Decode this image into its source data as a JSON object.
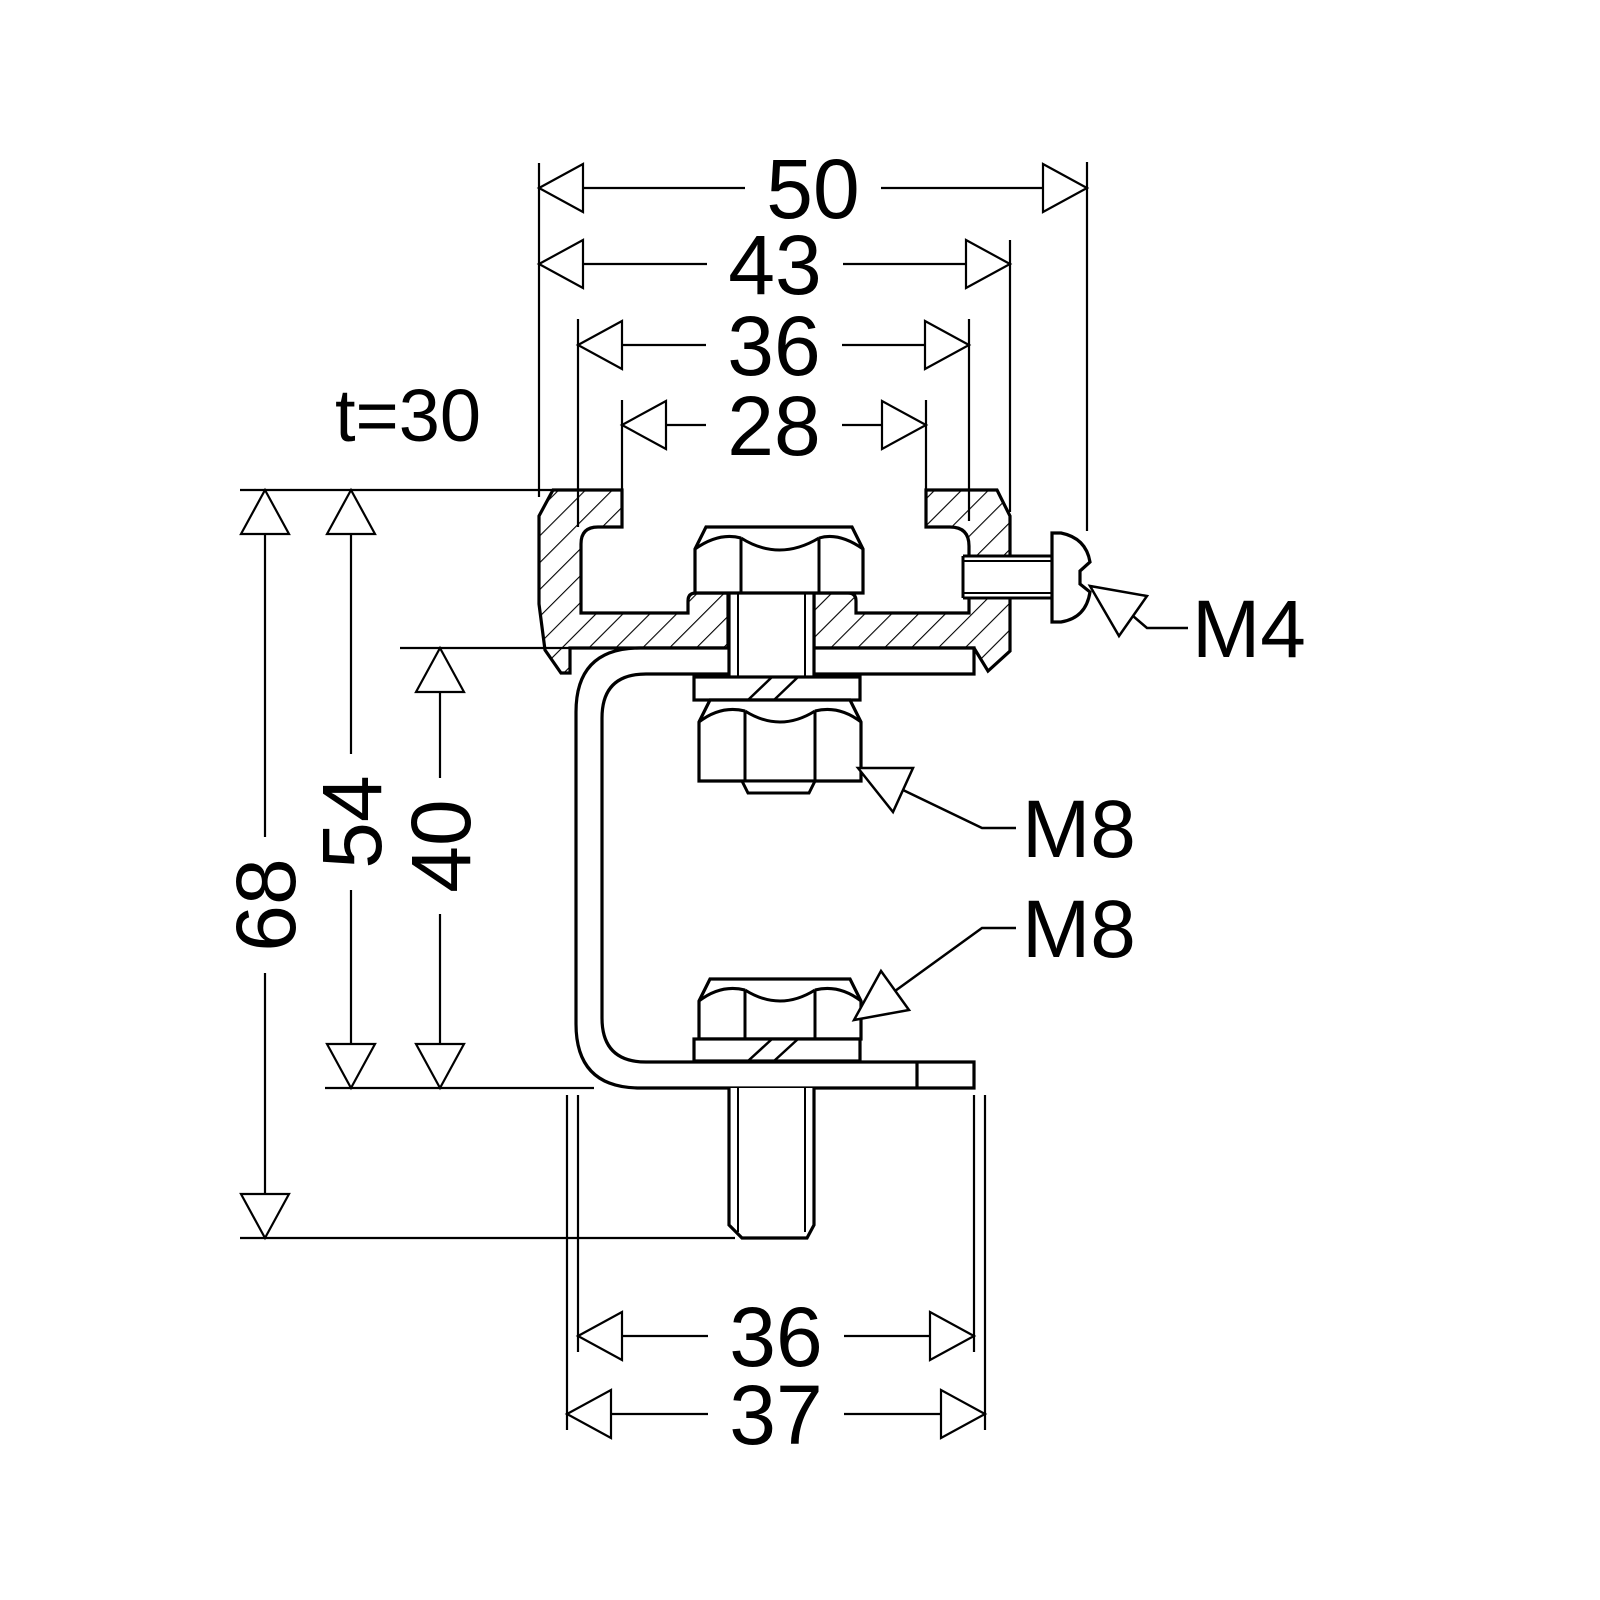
{
  "drawing": {
    "type": "technical-section-drawing",
    "description": "Cross-section of a mounting rail with clamp bracket, two M8 fasteners and one M4 set screw, with dimensions in mm",
    "dims_top": [
      {
        "value": "50"
      },
      {
        "value": "43"
      },
      {
        "value": "36"
      },
      {
        "value": "28"
      }
    ],
    "dims_bottom": [
      {
        "value": "36"
      },
      {
        "value": "37"
      }
    ],
    "dims_left": [
      {
        "value": "68"
      },
      {
        "value": "54"
      },
      {
        "value": "40"
      }
    ],
    "thickness_note": "t=30",
    "thread_labels": {
      "m4": "M4",
      "m8_upper": "M8",
      "m8_lower": "M8"
    },
    "colors": {
      "line": "#000000",
      "background": "#ffffff"
    }
  }
}
